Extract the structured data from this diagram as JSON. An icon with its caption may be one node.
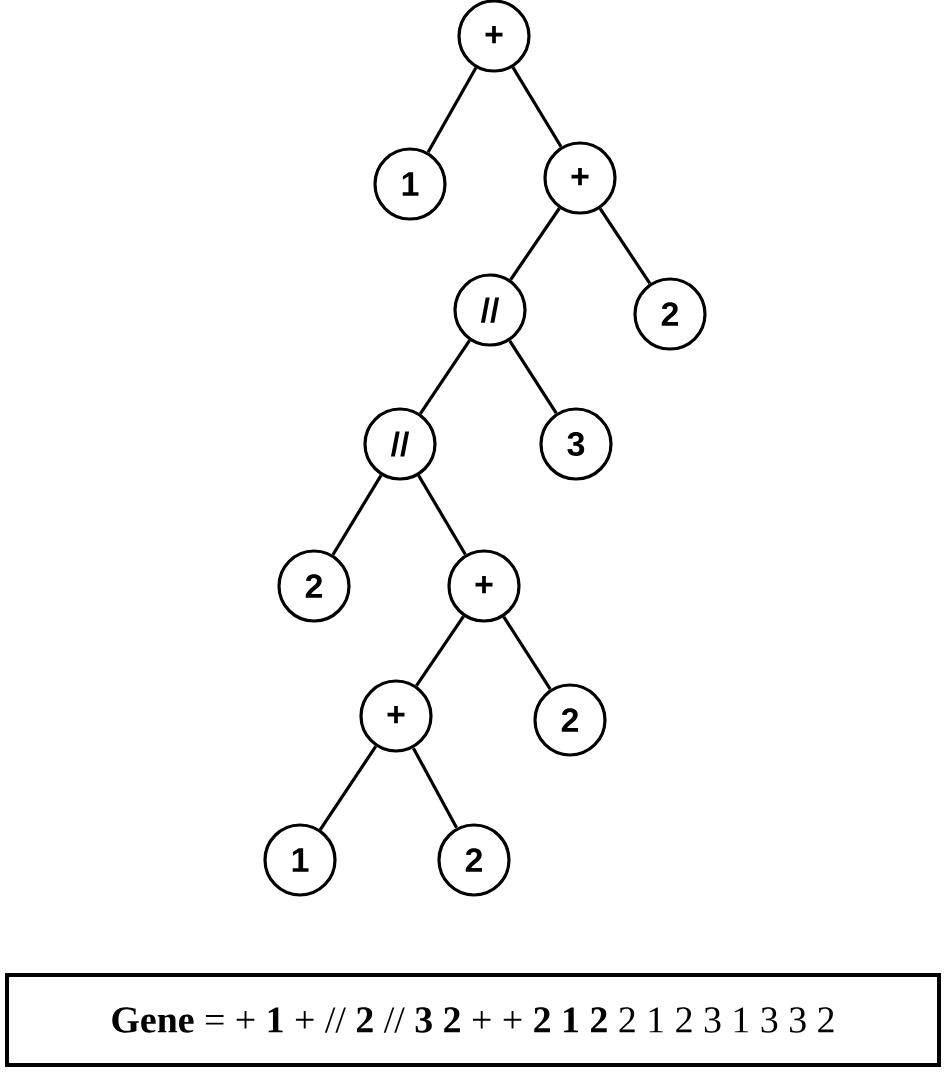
{
  "diagram": {
    "nodes": [
      {
        "text": [
          "+"
        ]
      },
      {
        "text": [
          "1"
        ]
      },
      {
        "text": [
          "+"
        ]
      },
      {
        "text": [
          "//"
        ]
      },
      {
        "text": [
          "2"
        ]
      },
      {
        "text": [
          "//"
        ]
      },
      {
        "text": [
          "3"
        ]
      },
      {
        "text": [
          "2"
        ]
      },
      {
        "text": [
          "+"
        ]
      },
      {
        "text": [
          "+"
        ]
      },
      {
        "text": [
          "2"
        ]
      },
      {
        "text": [
          "1"
        ]
      },
      {
        "text": [
          "2"
        ]
      },
      {
        "text": [
          "**Gene** = + **1** + // **2** // **3 2** + + **2 1 2** 2 1 2 3 1 3 3 2"
        ]
      }
    ],
    "edges": [
      {
        "from": 0,
        "to": 1,
        "arrow": "none"
      },
      {
        "from": 0,
        "to": 2,
        "arrow": "none"
      },
      {
        "from": 2,
        "to": 3,
        "arrow": "none"
      },
      {
        "from": 2,
        "to": 4,
        "arrow": "none"
      },
      {
        "from": 3,
        "to": 5,
        "arrow": "none"
      },
      {
        "from": 3,
        "to": 6,
        "arrow": "none"
      },
      {
        "from": 5,
        "to": 7,
        "arrow": "none"
      },
      {
        "from": 5,
        "to": 8,
        "arrow": "none"
      },
      {
        "from": 8,
        "to": 9,
        "arrow": "none"
      },
      {
        "from": 8,
        "to": 10,
        "arrow": "none"
      },
      {
        "from": 9,
        "to": 11,
        "arrow": "none"
      },
      {
        "from": 9,
        "to": 12,
        "arrow": "none"
      }
    ]
  }
}
